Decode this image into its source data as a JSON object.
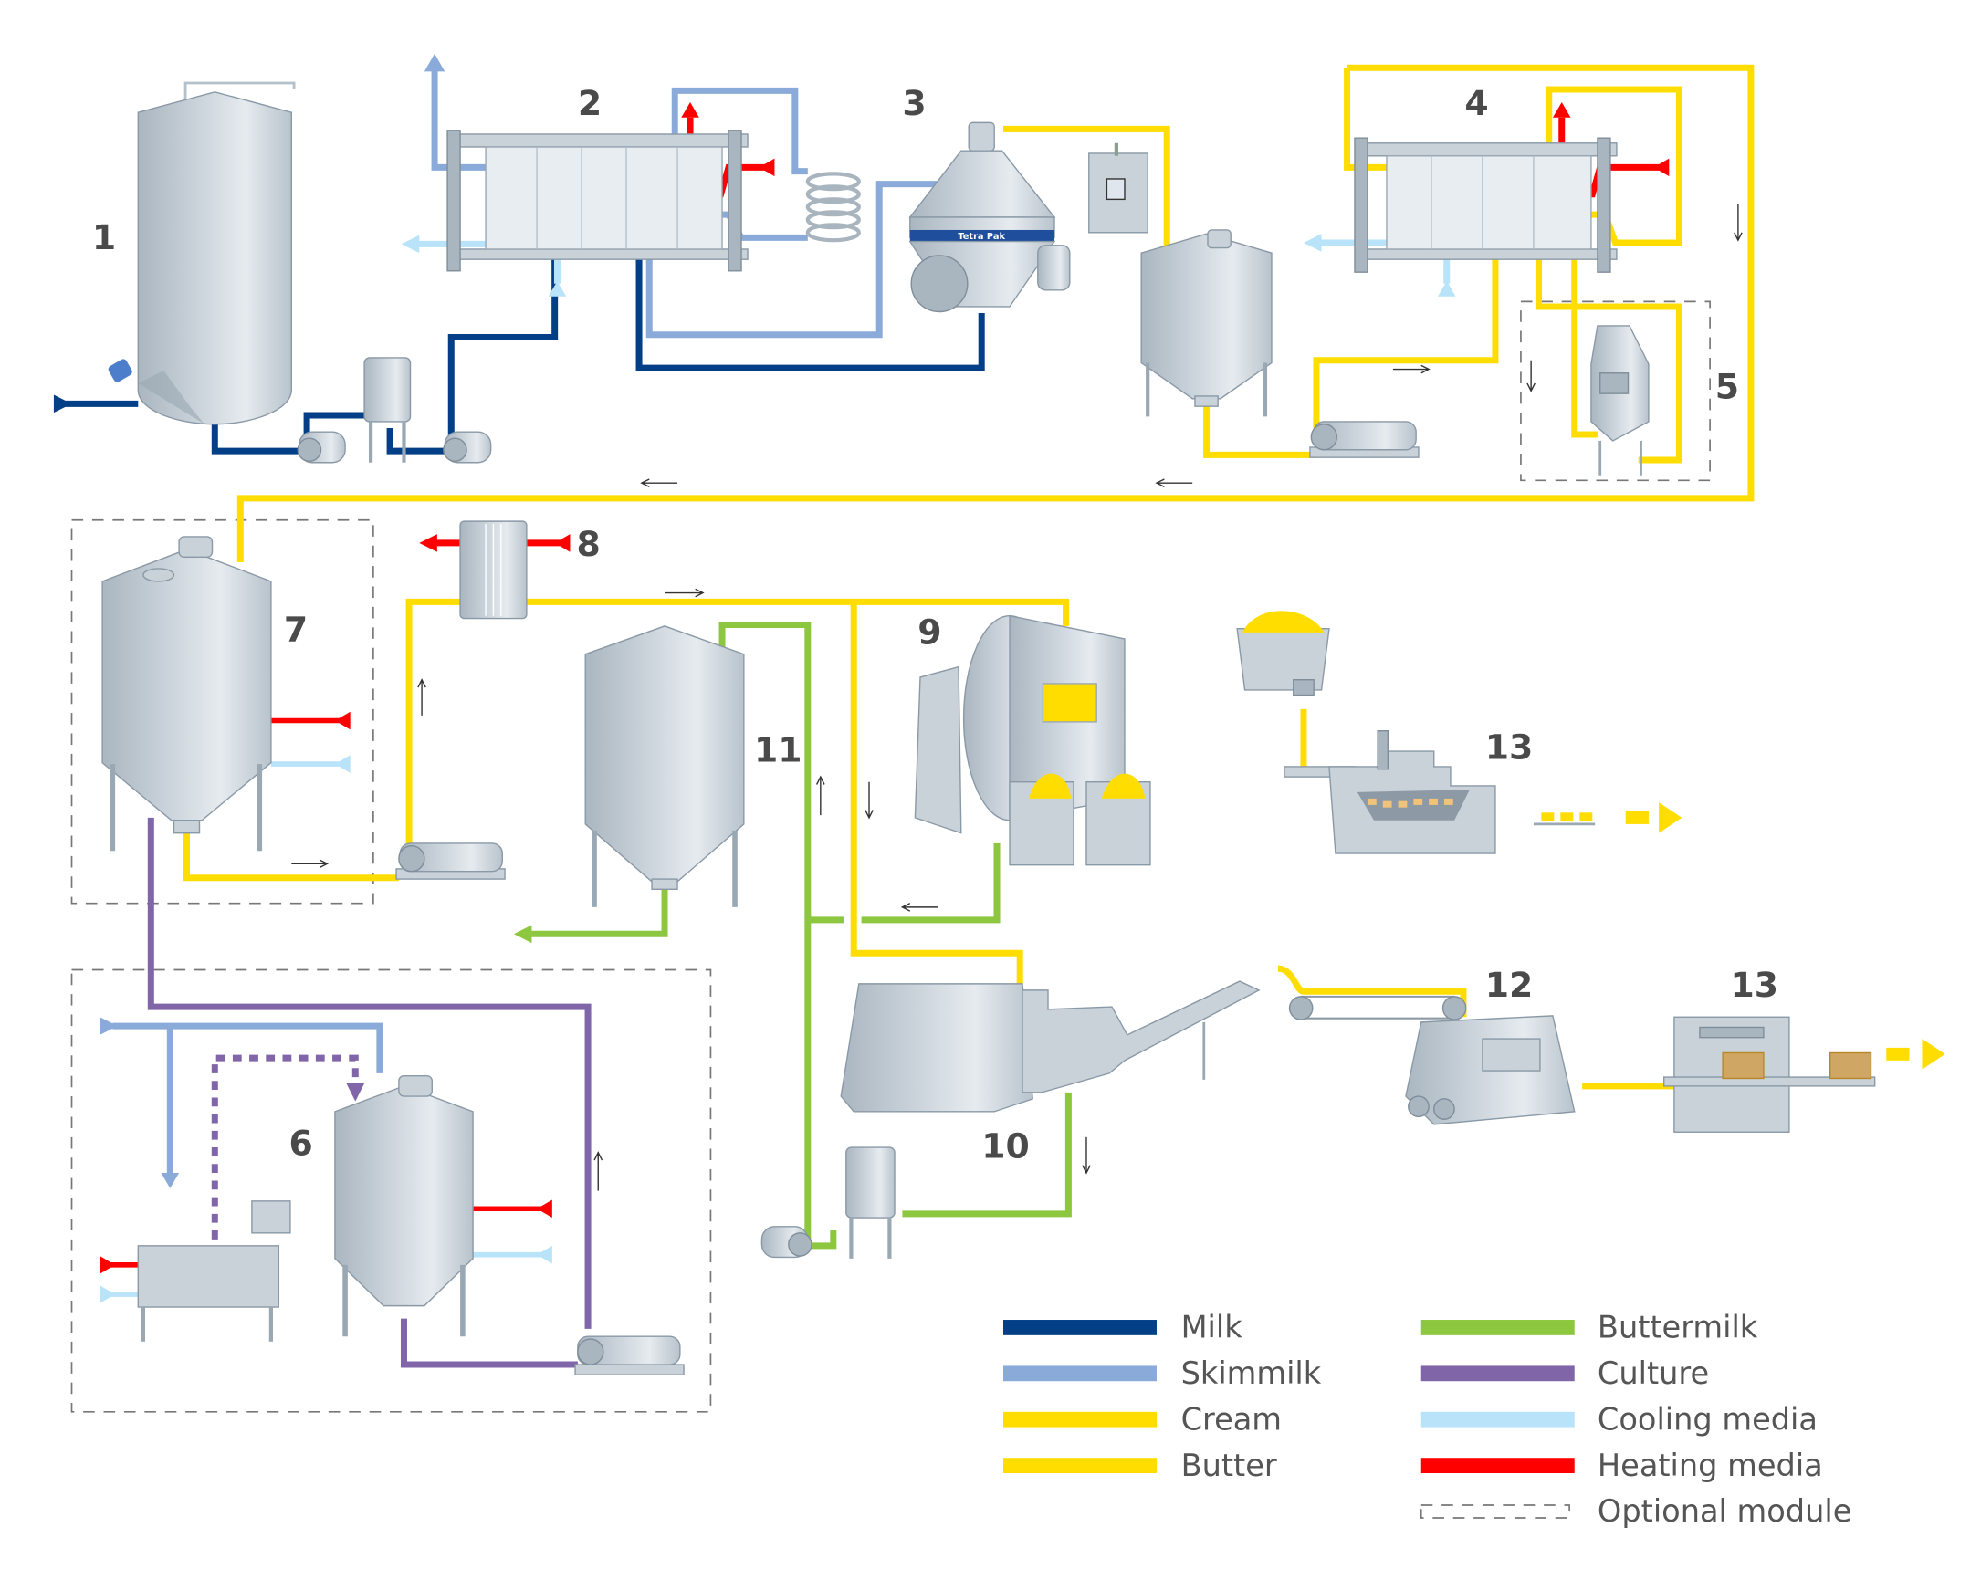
{
  "title": "Butter production line process diagram",
  "brand_label": "Tetra Pak",
  "colors": {
    "milk": "#033f87",
    "skimmilk": "#8aabda",
    "cream": "#ffdd00",
    "butter": "#ffdd00",
    "buttermilk": "#8dc63f",
    "culture": "#8065a8",
    "cooling": "#b9e3f8",
    "heating": "#ff0000",
    "label": "#4a4a4a",
    "optional_module": "#777777"
  },
  "equipment_labels": {
    "n1": "1",
    "n2": "2",
    "n3": "3",
    "n4": "4",
    "n5": "5",
    "n6": "6",
    "n7": "7",
    "n8": "8",
    "n9": "9",
    "n10": "10",
    "n11": "11",
    "n12": "12",
    "n13a": "13",
    "n13b": "13"
  },
  "legend": {
    "items": [
      {
        "label": "Milk",
        "key": "milk",
        "style": "solid"
      },
      {
        "label": "Skimmilk",
        "key": "skimmilk",
        "style": "solid"
      },
      {
        "label": "Cream",
        "key": "cream",
        "style": "solid"
      },
      {
        "label": "Butter",
        "key": "butter",
        "style": "solid"
      },
      {
        "label": "Buttermilk",
        "key": "buttermilk",
        "style": "solid"
      },
      {
        "label": "Culture",
        "key": "culture",
        "style": "solid"
      },
      {
        "label": "Cooling media",
        "key": "cooling",
        "style": "solid"
      },
      {
        "label": "Heating media",
        "key": "heating",
        "style": "solid"
      },
      {
        "label": "Optional module",
        "key": "optional_module",
        "style": "dashed"
      }
    ]
  }
}
